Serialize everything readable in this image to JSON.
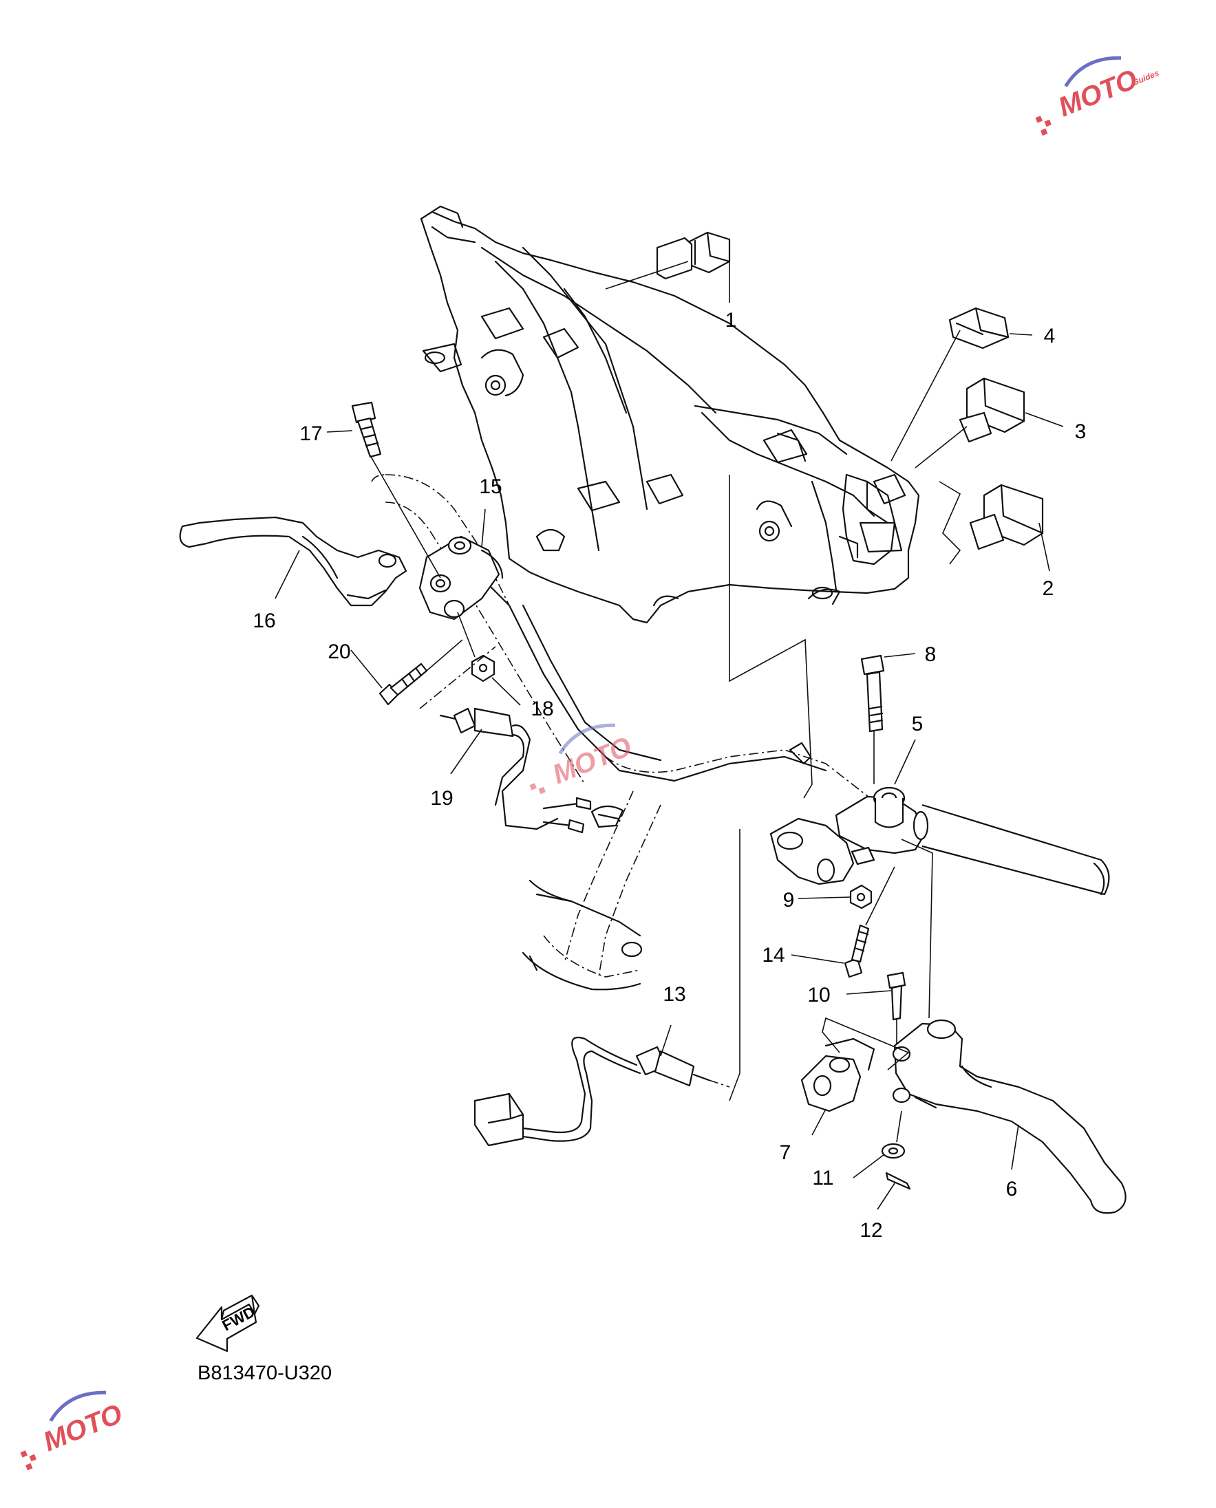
{
  "diagram": {
    "reference_code": "B813470-U320",
    "fwd_label": "FWD",
    "callouts": [
      {
        "id": "1",
        "label": "1"
      },
      {
        "id": "2",
        "label": "2"
      },
      {
        "id": "3",
        "label": "3"
      },
      {
        "id": "4",
        "label": "4"
      },
      {
        "id": "5",
        "label": "5"
      },
      {
        "id": "6",
        "label": "6"
      },
      {
        "id": "7",
        "label": "7"
      },
      {
        "id": "8",
        "label": "8"
      },
      {
        "id": "9",
        "label": "9"
      },
      {
        "id": "10",
        "label": "10"
      },
      {
        "id": "11",
        "label": "11"
      },
      {
        "id": "12",
        "label": "12"
      },
      {
        "id": "13",
        "label": "13"
      },
      {
        "id": "14",
        "label": "14"
      },
      {
        "id": "15",
        "label": "15"
      },
      {
        "id": "16",
        "label": "16"
      },
      {
        "id": "17",
        "label": "17"
      },
      {
        "id": "18",
        "label": "18"
      },
      {
        "id": "19",
        "label": "19"
      },
      {
        "id": "20",
        "label": "20"
      }
    ]
  },
  "watermark": {
    "text": "MOTO",
    "subtext": "Guides",
    "colors": {
      "red": "#e0505a",
      "blue": "#6b6fc4"
    }
  }
}
